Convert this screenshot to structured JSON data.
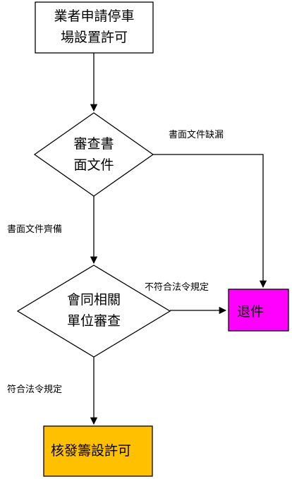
{
  "nodes": {
    "start": {
      "text_line1": "業者申請停車",
      "text_line2": "場設置許可"
    },
    "review_docs": {
      "text_line1": "審查書",
      "text_line2": "面文件"
    },
    "joint_review": {
      "text_line1": "會同相關",
      "text_line2": "單位審查"
    },
    "reject": {
      "text": "退件",
      "fill": "#ff00ff"
    },
    "issue_permit": {
      "text": "核發籌設許可",
      "fill": "#ffc000"
    }
  },
  "edges": {
    "docs_missing": "書面文件缺漏",
    "docs_complete": "書面文件齊備",
    "not_compliant": "不符合法令規定",
    "compliant": "符合法令規定"
  }
}
